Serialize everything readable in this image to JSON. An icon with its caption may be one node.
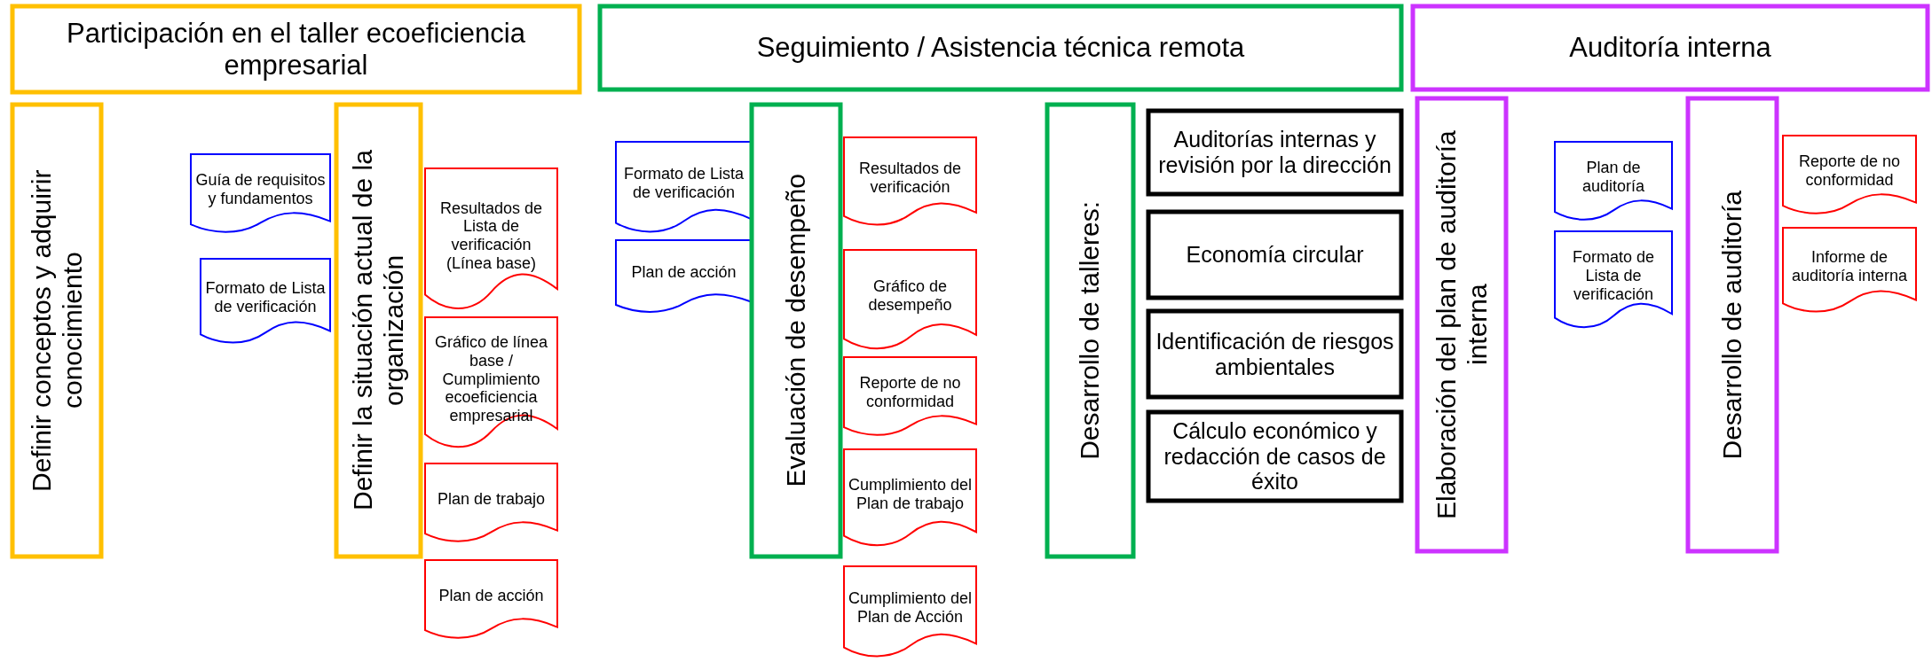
{
  "diagram": {
    "nodes": [
      {
        "text": [
          "Participación en el taller ecoeficiencia empresarial"
        ]
      },
      {
        "text": [
          "Seguimiento / Asistencia técnica remota"
        ]
      },
      {
        "text": [
          "Auditoría interna"
        ]
      },
      {
        "text": [
          "Definir conceptos y adquirir conocimiento"
        ]
      },
      {
        "text": [
          "Guía de requisitos y fundamentos"
        ]
      },
      {
        "text": [
          "Formato de Lista de verificación"
        ]
      },
      {
        "text": [
          "Definir la situación actual de la organización"
        ]
      },
      {
        "text": [
          "Resultados de Lista de verificación (Línea base)"
        ]
      },
      {
        "text": [
          "Gráfico de línea base / Cumplimiento ecoeficiencia empresarial"
        ]
      },
      {
        "text": [
          "Plan de trabajo"
        ]
      },
      {
        "text": [
          "Plan de acción"
        ]
      },
      {
        "text": [
          "Formato de Lista de verificación"
        ]
      },
      {
        "text": [
          "Plan de acción"
        ]
      },
      {
        "text": [
          "Evaluación de desempeño"
        ]
      },
      {
        "text": [
          "Resultados de verificación"
        ]
      },
      {
        "text": [
          "Gráfico de desempeño"
        ]
      },
      {
        "text": [
          "Reporte de no conformidad"
        ]
      },
      {
        "text": [
          "Cumplimiento del Plan de trabajo"
        ]
      },
      {
        "text": [
          "Cumplimiento del Plan de Acción"
        ]
      },
      {
        "text": [
          "Desarrollo de talleres:"
        ]
      },
      {
        "text": [
          "Auditorías internas y revisión por la dirección"
        ]
      },
      {
        "text": [
          "Economía circular"
        ]
      },
      {
        "text": [
          "Identificación de riesgos ambientales"
        ]
      },
      {
        "text": [
          "Cálculo económico y redacción de casos de éxito"
        ]
      },
      {
        "text": [
          "Elaboración del plan de auditoría interna"
        ]
      },
      {
        "text": [
          "Plan de auditoría"
        ]
      },
      {
        "text": [
          "Formato de Lista de verificación"
        ]
      },
      {
        "text": [
          "Desarrollo de auditoría"
        ]
      },
      {
        "text": [
          "Reporte de no conformidad"
        ]
      },
      {
        "text": [
          "Informe de auditoría interna"
        ]
      }
    ],
    "edges": []
  }
}
